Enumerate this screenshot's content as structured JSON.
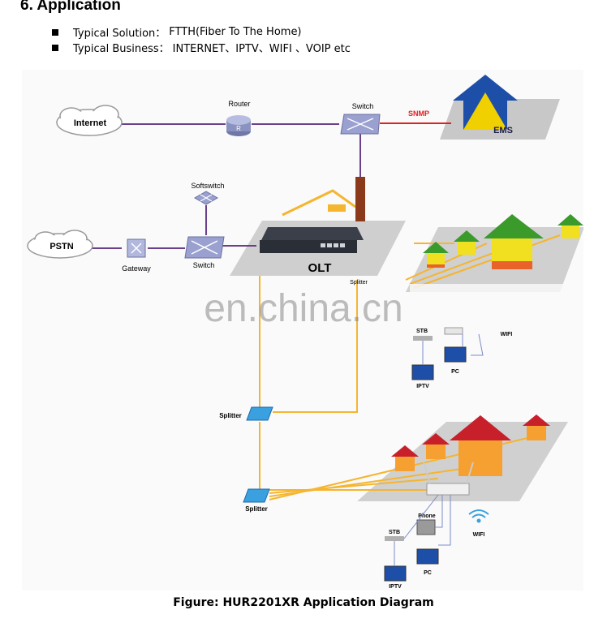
{
  "section": {
    "heading": "6. Application"
  },
  "bullets": [
    {
      "label": "Typical Solution：",
      "value": "FTTH(Fiber To The Home)"
    },
    {
      "label": "Typical Business：",
      "value": "INTERNET、IPTV、WIFI 、VOIP etc"
    }
  ],
  "diagram": {
    "internet": "Internet",
    "router": "Router",
    "router_mark": "R",
    "switch_top": "Switch",
    "snmp": "SNMP",
    "ems": "EMS",
    "softswitch": "Softswitch",
    "pstn": "PSTN",
    "gateway": "Gateway",
    "switch_mid": "Switch",
    "olt": "OLT",
    "splitter_top": "Splitter",
    "splitter_mid": "Splitter",
    "splitter_bottom": "Splitter",
    "stb_1": "STB",
    "wifi_1": "WIFI",
    "pc_1": "PC",
    "iptv_1": "IPTV",
    "phone_2": "Phone",
    "stb_2": "STB",
    "wifi_2": "WIFI",
    "pc_2": "PC",
    "iptv_2": "IPTV",
    "watermark": "en.china.cn"
  },
  "caption": "Figure: HUR2201XR Application Diagram",
  "colors": {
    "fiber": "#f5b52e",
    "network_line": "#6b3f8c",
    "snmp": "#e02020",
    "ems_blue": "#1e4fa8",
    "house_green": "#3a9a2a",
    "house_orange": "#e8622a"
  }
}
